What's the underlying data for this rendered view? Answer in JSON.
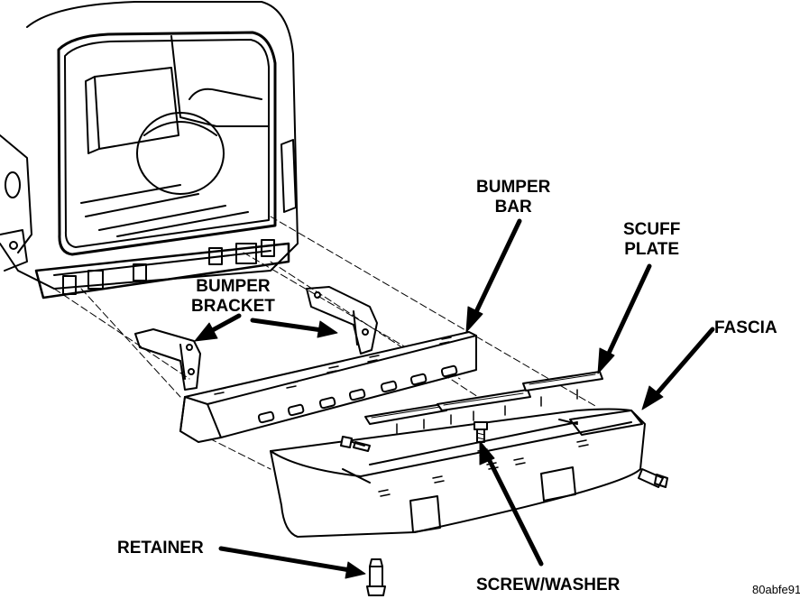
{
  "labels": {
    "bumper_bar": [
      "BUMPER",
      "BAR"
    ],
    "scuff_plate": [
      "SCUFF",
      "PLATE"
    ],
    "fascia": "FASCIA",
    "bumper_bracket": [
      "BUMPER",
      "BRACKET"
    ],
    "retainer": "RETAINER",
    "screw_washer": "SCREW/WASHER"
  },
  "figure_id": "80abfe91",
  "colors": {
    "ink": "#000000",
    "background": "#ffffff",
    "shade": "#e8e8e8"
  }
}
